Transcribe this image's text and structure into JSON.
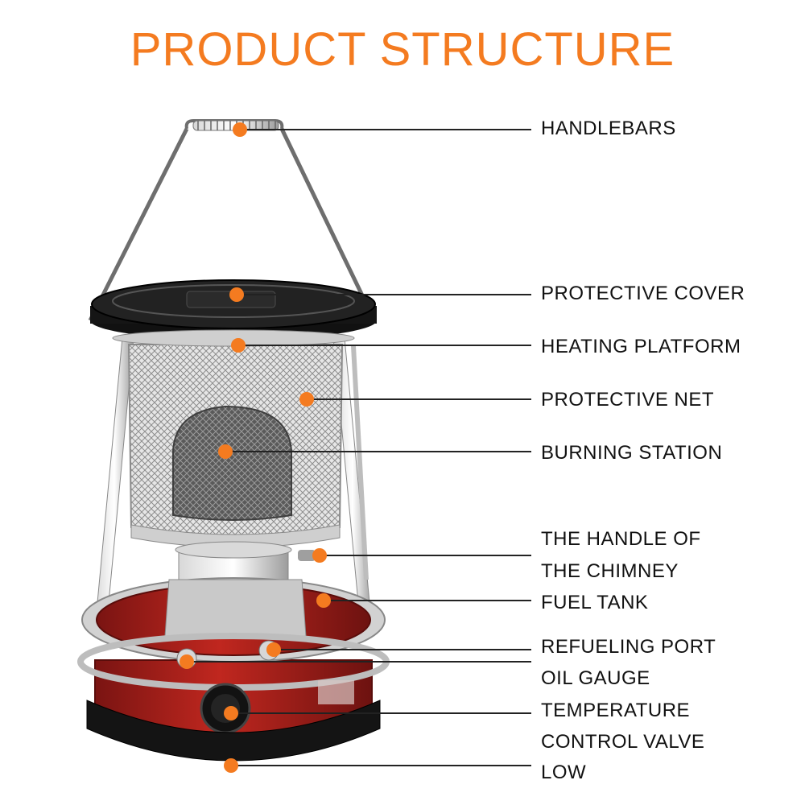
{
  "title": "PRODUCT STRUCTURE",
  "accent_color": "#f47b20",
  "body_color": "#a31d1a",
  "labels": {
    "handlebars": "HANDLEBARS",
    "protective_cover": "PROTECTIVE COVER",
    "heating_platform": "HEATING PLATFORM",
    "protective_net": "PROTECTIVE NET",
    "burning_station": "BURNING STATION",
    "chimney_handle_line1": "THE HANDLE OF",
    "chimney_handle_line2": "THE CHIMNEY",
    "fuel_tank": "FUEL TANK",
    "refueling_port": "REFUELING PORT",
    "oil_gauge": "OIL GAUGE",
    "temperature_line1": "TEMPERATURE",
    "temperature_line2": "CONTROL VALVE",
    "low": "LOW"
  }
}
